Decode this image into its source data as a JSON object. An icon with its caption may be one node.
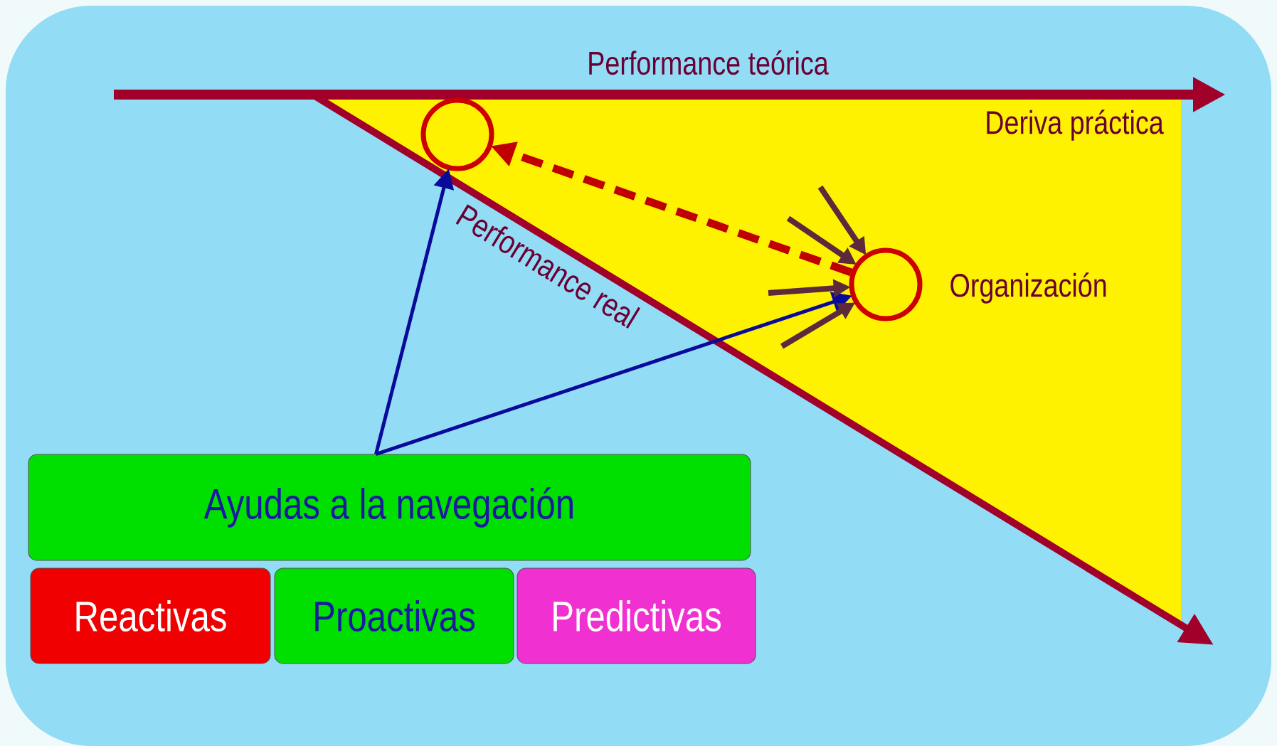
{
  "diagram": {
    "nodes": [
      {
        "text": [],
        "shape": "circle"
      },
      {
        "text": [],
        "shape": "circle",
        "beside": [
          "Organización"
        ]
      },
      {
        "text": [
          "Ayudas a la navegación"
        ]
      },
      {
        "text": [
          "Reactivas"
        ]
      },
      {
        "text": [
          "Proactivas"
        ]
      },
      {
        "text": [
          "Predictivas"
        ]
      }
    ],
    "edges": [
      {
        "from": 1,
        "to": 0,
        "arrow": "to",
        "style": "dashed",
        "color": "#c00000"
      },
      {
        "from": 2,
        "to": 0,
        "arrow": "to",
        "color": "#0a0a9a"
      },
      {
        "from": 2,
        "to": 1,
        "arrow": "to",
        "color": "#0a0a9a"
      },
      {
        "from": null,
        "to": 1,
        "arrow": "to"
      },
      {
        "from": null,
        "to": 1,
        "arrow": "to"
      },
      {
        "from": null,
        "to": 1,
        "arrow": "to"
      },
      {
        "from": null,
        "to": 1,
        "arrow": "to"
      }
    ],
    "labels": [
      "Performance teórica",
      "Deriva práctica",
      "Performance real"
    ]
  }
}
